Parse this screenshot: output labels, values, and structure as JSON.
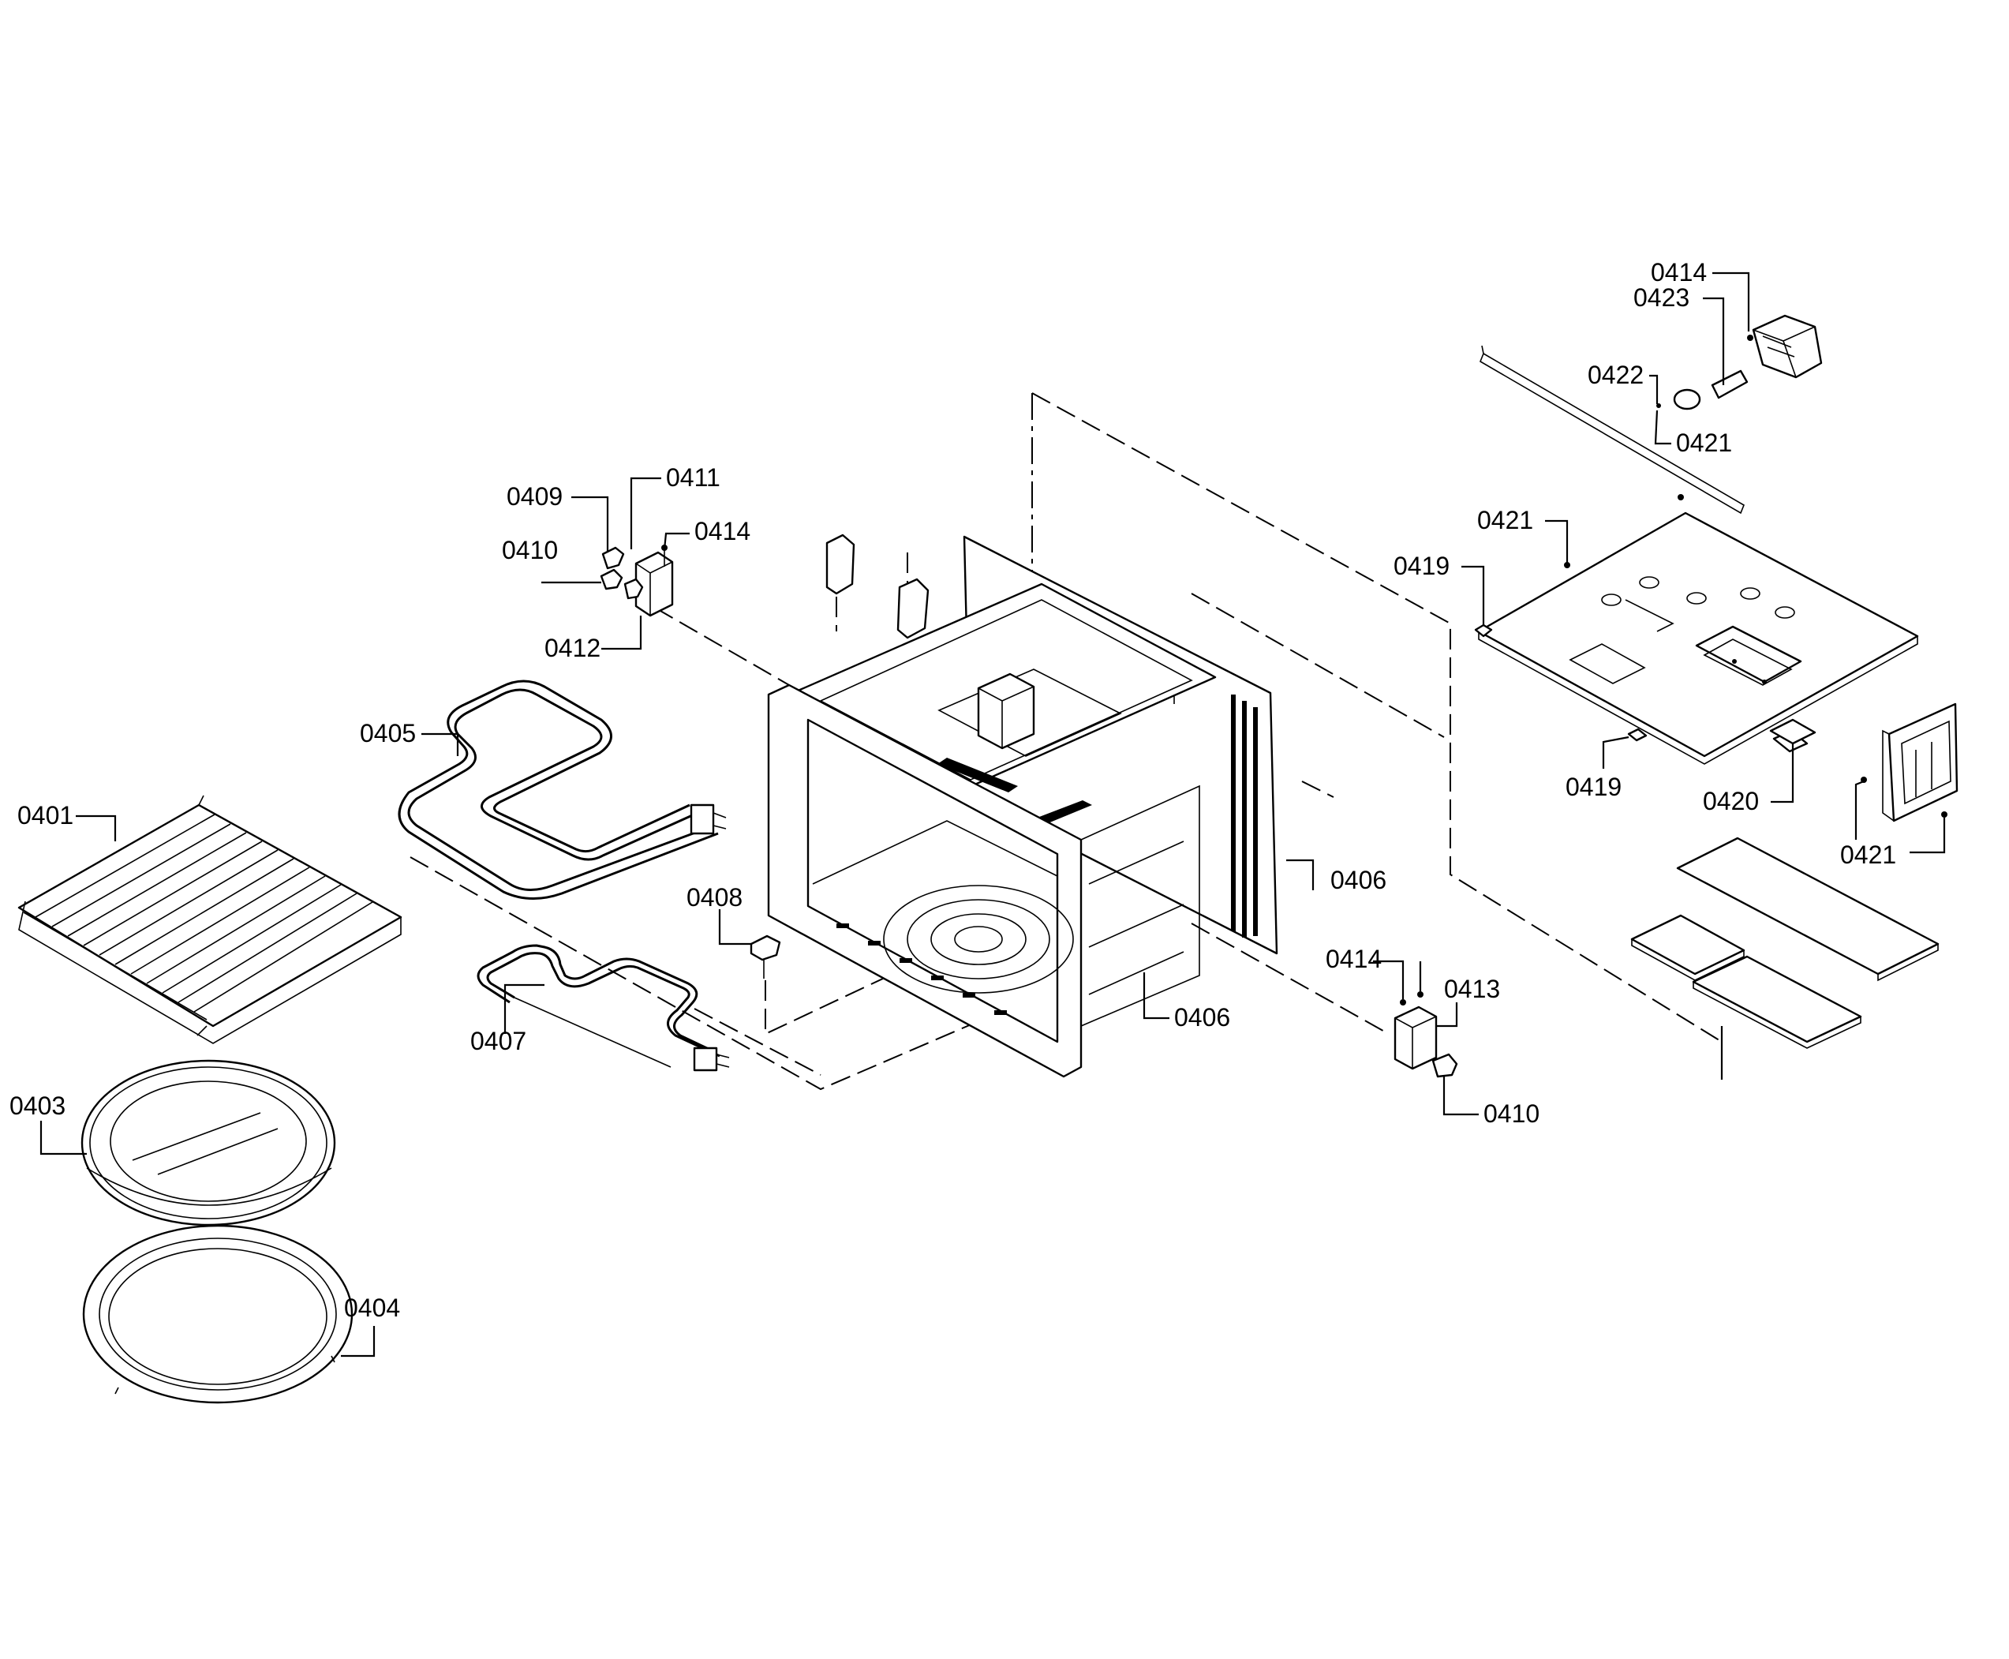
{
  "diagram": {
    "part_labels": {
      "p0401": "0401",
      "p0403": "0403",
      "p0404": "0404",
      "p0405": "0405",
      "p0406a": "0406",
      "p0406b": "0406",
      "p0407": "0407",
      "p0408": "0408",
      "p0409": "0409",
      "p0410a": "0410",
      "p0410b": "0410",
      "p0411": "0411",
      "p0412": "0412",
      "p0413": "0413",
      "p0414a": "0414",
      "p0414b": "0414",
      "p0414c": "0414",
      "p0419a": "0419",
      "p0419b": "0419",
      "p0420": "0420",
      "p0421a": "0421",
      "p0421b": "0421",
      "p0421c": "0421",
      "p0422": "0422",
      "p0423": "0423"
    }
  }
}
